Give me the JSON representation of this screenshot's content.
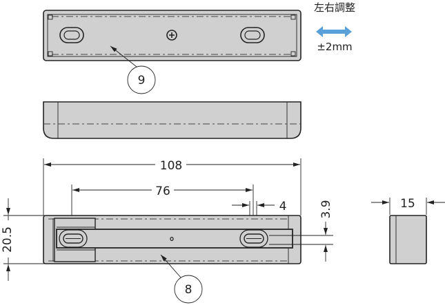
{
  "annotation": {
    "title": "左右調整",
    "range": "±2mm",
    "arrow_color": "#5aa0d8"
  },
  "balloons": {
    "top": "9",
    "bottom": "8"
  },
  "dimensions": {
    "length": "108",
    "hole_pitch": "76",
    "slot_width": "4",
    "height": "20.5",
    "slot_offset": "3.9",
    "depth": "15"
  }
}
